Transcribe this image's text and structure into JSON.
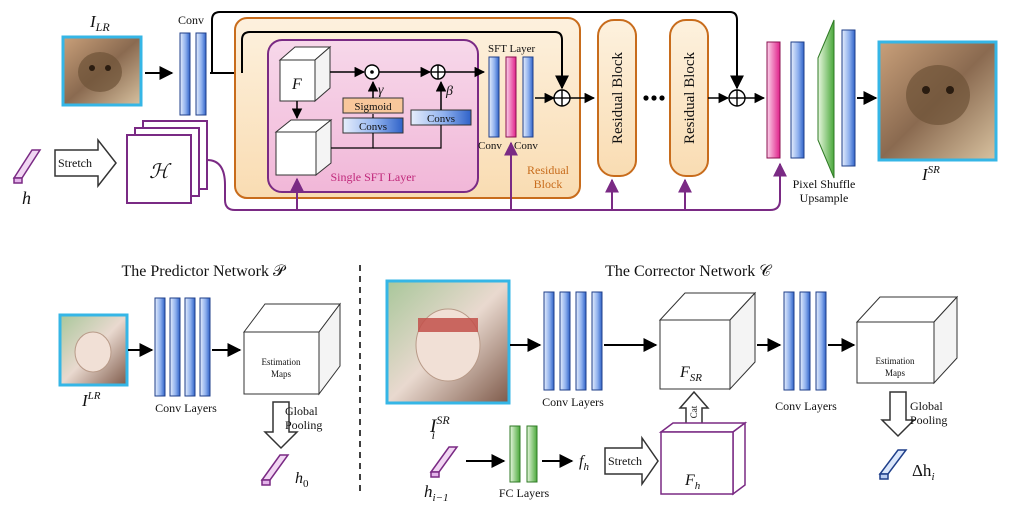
{
  "top": {
    "input_label": "I_LR",
    "conv_label": "Conv",
    "f_label": "F",
    "gamma_label": "γ",
    "beta_label": "β",
    "sigmoid_label": "Sigmoid",
    "convs_label_left": "Convs",
    "convs_label_right": "Convs",
    "single_sft_label": "Single SFT Layer",
    "sft_layer_label": "SFT Layer",
    "conv_a": "Conv",
    "conv_b": "Conv",
    "residual_label_1": "Residual",
    "residual_label_2": "Block",
    "residual_block_1": "Residual Block",
    "residual_block_2": "Residual Block",
    "stretch_label": "Stretch",
    "h_label": "h",
    "H_label": "ℋ",
    "pixel_shuffle_1": "Pixel Shuffle",
    "pixel_shuffle_2": "Upsample",
    "output_label": "I^SR"
  },
  "predictor": {
    "title": "The Predictor Network 𝒫",
    "input_label": "I^LR",
    "conv_layers": "Conv Layers",
    "estimation_1": "Estimation",
    "estimation_2": "Maps",
    "global_1": "Global",
    "global_2": "Pooling",
    "output": "h0"
  },
  "corrector": {
    "title": "The Corrector Network 𝒞",
    "input_label": "I_i^SR",
    "conv_layers_1": "Conv Layers",
    "fsr_label": "F_SR",
    "cat_label": "Cat",
    "conv_layers_2": "Conv Layers",
    "estimation_1": "Estimation",
    "estimation_2": "Maps",
    "global_1": "Global",
    "global_2": "Pooling",
    "output": "Δh_i",
    "h_prev": "h_i−1",
    "fc_layers": "FC Layers",
    "fh_small": "f_h",
    "stretch": "Stretch",
    "Fh_label": "F_h"
  },
  "colors": {
    "blue_light": "#cfe0f7",
    "blue_dark": "#3b6fd0",
    "pink": "#e0208a",
    "green": "#7cc96a",
    "purple": "#7a2a84",
    "orange_fill": "#fbe6c8",
    "orange_stroke": "#c86c1c",
    "sft_fill": "#f6cfe6",
    "cyan_frame": "#35b6e6"
  }
}
